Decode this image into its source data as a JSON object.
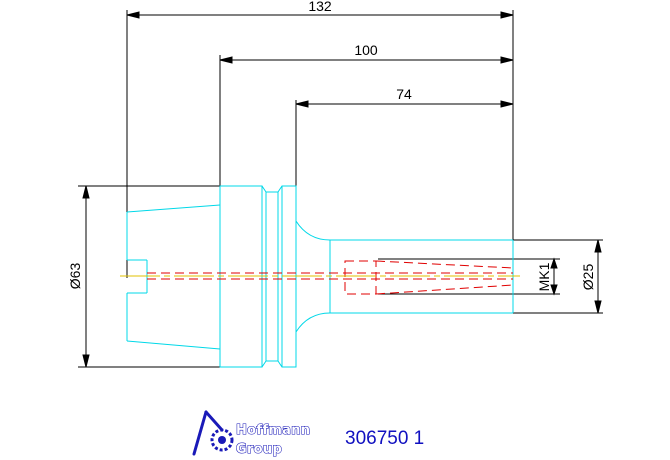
{
  "dimensions": {
    "overall_length": "132",
    "length_100": "100",
    "length_74": "74",
    "diameter_63": "Ø63",
    "diameter_25": "Ø25",
    "taper": "MK1"
  },
  "logo": {
    "line1": "Hoffmann",
    "line2": "Group"
  },
  "part_number": "306750 1",
  "colors": {
    "outline": "#00d8e8",
    "dimension": "#000000",
    "hidden_lines": "#e00000",
    "centerline": "#e0c000",
    "brand": "#1a1ab8"
  }
}
